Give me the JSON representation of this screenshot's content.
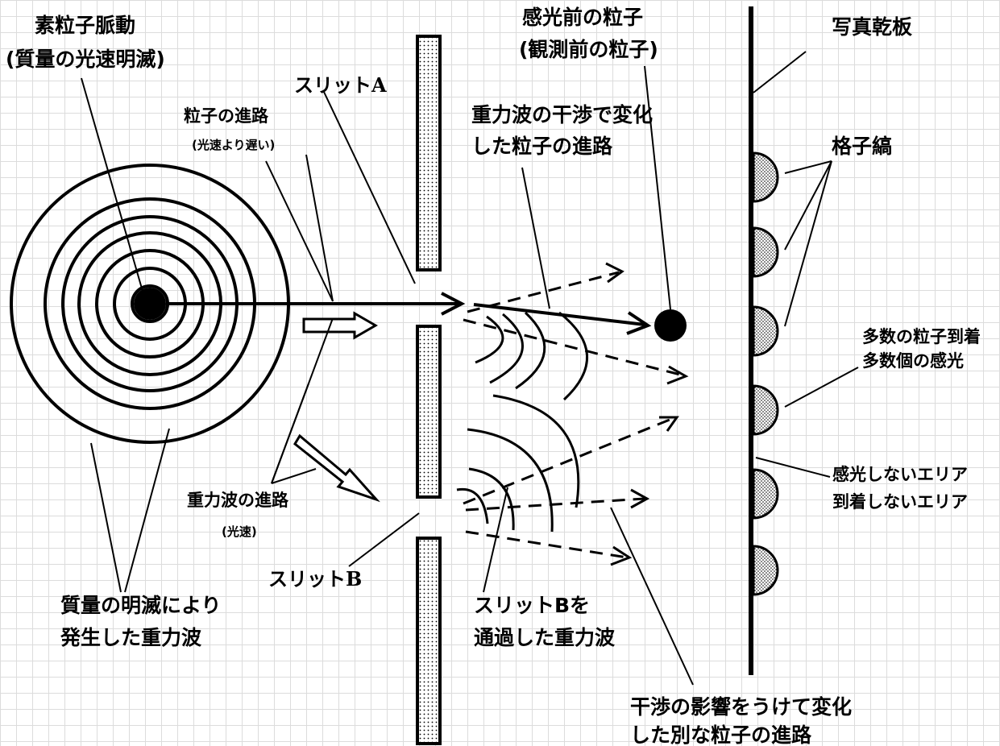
{
  "labels": {
    "source_title": "素粒子脈動",
    "source_sub": "(質量の光速明滅)",
    "slit_a": "スリットA",
    "slit_b": "スリットB",
    "particle_path_title": "粒子の進路",
    "particle_path_sub": "(光速より遅い)",
    "pre_particle_1": "感光前の粒子",
    "pre_particle_2": "(観測前の粒子)",
    "plate": "写真乾板",
    "changed_path_1": "重力波の干渉で変化",
    "changed_path_2": "した粒子の進路",
    "fringe": "格子縞",
    "many_1": "多数の粒子到着",
    "many_2": "多数個の感光",
    "gw_path_title": "重力波の進路",
    "gw_path_sub": "(光速)",
    "no_area_1": "感光しないエリア",
    "no_area_2": "到着しないエリア",
    "mass_gw_1": "質量の明滅により",
    "mass_gw_2": "発生した重力波",
    "slitb_gw_1": "スリットBを",
    "slitb_gw_2": "通過した重力波",
    "other_path_1": "干渉の影響をうけて変化",
    "other_path_2": "した別な粒子の進路"
  }
}
